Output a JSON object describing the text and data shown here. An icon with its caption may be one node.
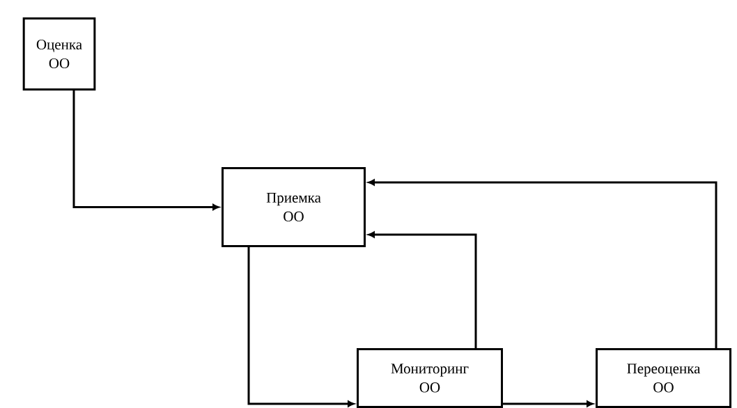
{
  "diagram": {
    "nodes": [
      {
        "text": [
          "Оценка ОО"
        ]
      },
      {
        "text": [
          "Приемка ОО"
        ]
      },
      {
        "text": [
          "Мониторинг ОО"
        ]
      },
      {
        "text": [
          "Переоценка ОО"
        ]
      }
    ],
    "edges": [
      {
        "from": 0,
        "to": 1,
        "arrow": "to"
      },
      {
        "from": 1,
        "to": 2,
        "arrow": "to"
      },
      {
        "from": 2,
        "to": 3,
        "arrow": "to"
      },
      {
        "from": 2,
        "to": 1,
        "arrow": "to"
      },
      {
        "from": 3,
        "to": 1,
        "arrow": "to"
      }
    ]
  }
}
